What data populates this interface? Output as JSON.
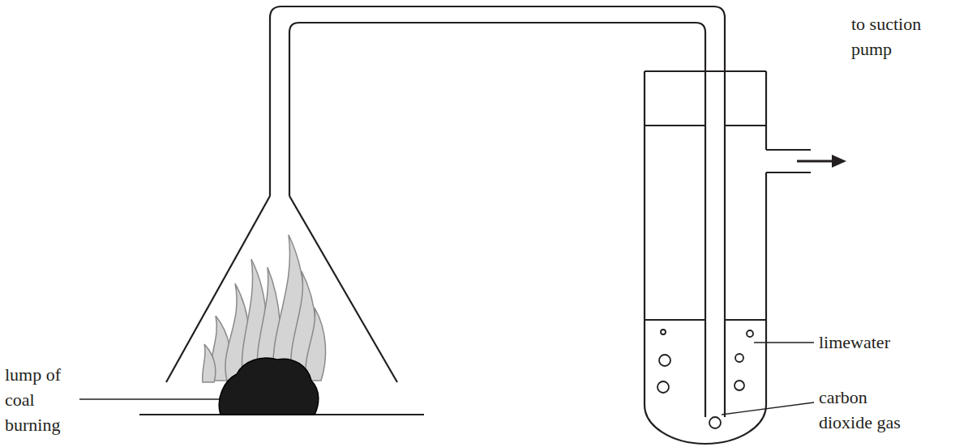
{
  "diagram": {
    "labels": [
      "lump of coal burning",
      "to suction pump",
      "limewater",
      "carbon dioxide gas"
    ]
  }
}
